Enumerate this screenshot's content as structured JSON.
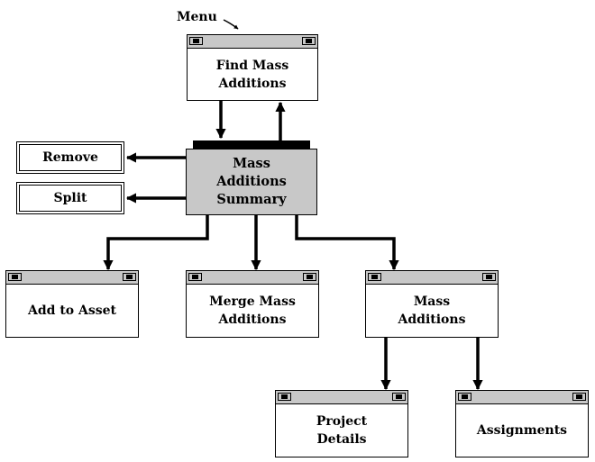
{
  "menu_label": "Menu",
  "windows": {
    "find_mass_additions": "Find Mass\nAdditions",
    "add_to_asset": "Add to Asset",
    "merge_mass_additions": "Merge Mass\nAdditions",
    "mass_additions": "Mass\nAdditions",
    "project_details": "Project\nDetails",
    "assignments": "Assignments"
  },
  "summary_label": "Mass\nAdditions\nSummary",
  "buttons": {
    "remove": "Remove",
    "split": "Split"
  },
  "colors": {
    "titlebar": "#c8c8c8",
    "summary_fill": "#c8c8c8",
    "line": "#000000"
  }
}
